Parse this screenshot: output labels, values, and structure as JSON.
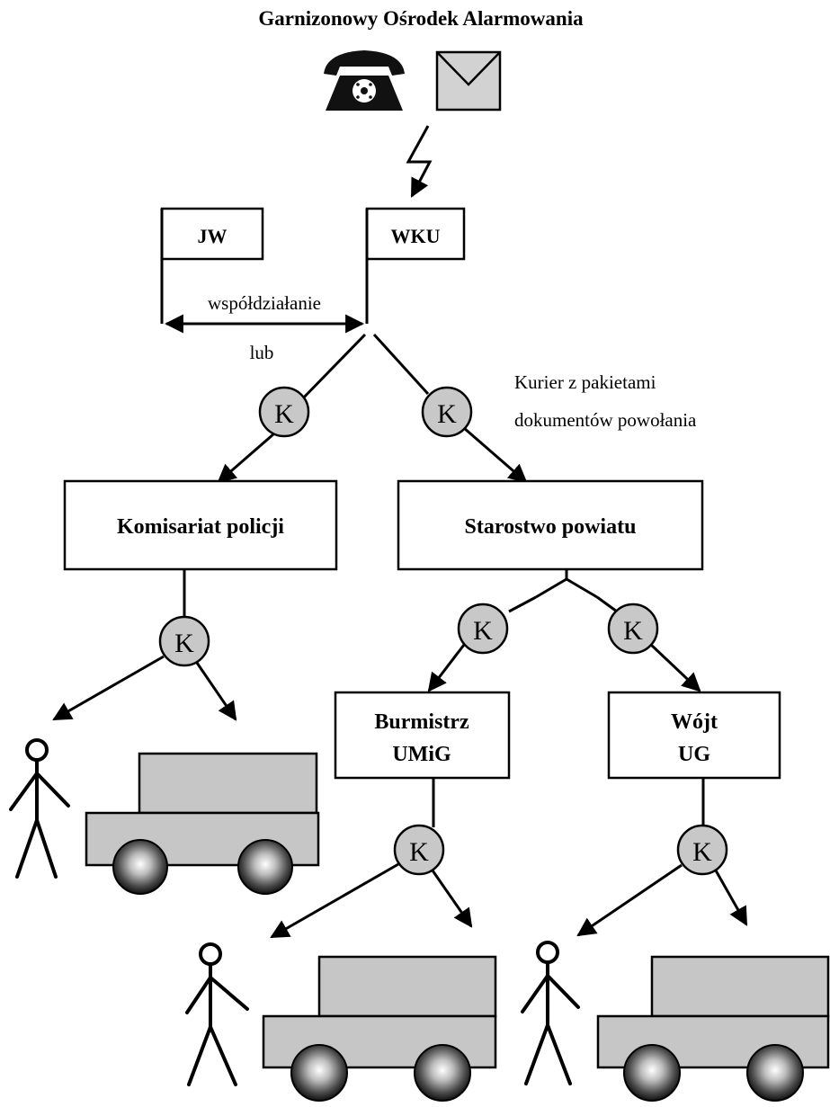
{
  "title": "Garnizonowy  Ośrodek Alarmowania",
  "icons": {
    "phone": "telephone-icon",
    "envelope": "envelope-icon",
    "signal": "lightning-icon"
  },
  "nodes": {
    "jw": "JW",
    "wku": "WKU",
    "police": "Komisariat policji",
    "starostwo": "Starostwo powiatu",
    "burmistrz_line1": "Burmistrz",
    "burmistrz_line2": "UMiG",
    "wojt_line1": "Wójt",
    "wojt_line2": "UG"
  },
  "labels": {
    "cooperation": "współdziałanie",
    "or": "lub",
    "courier_line1": "Kurier z pakietami",
    "courier_line2": "dokumentów powołania"
  },
  "courier_symbol": "K",
  "colors": {
    "courier_fill": "#c8c8c8",
    "truck_fill": "#c6c6c6",
    "line": "#000000"
  }
}
